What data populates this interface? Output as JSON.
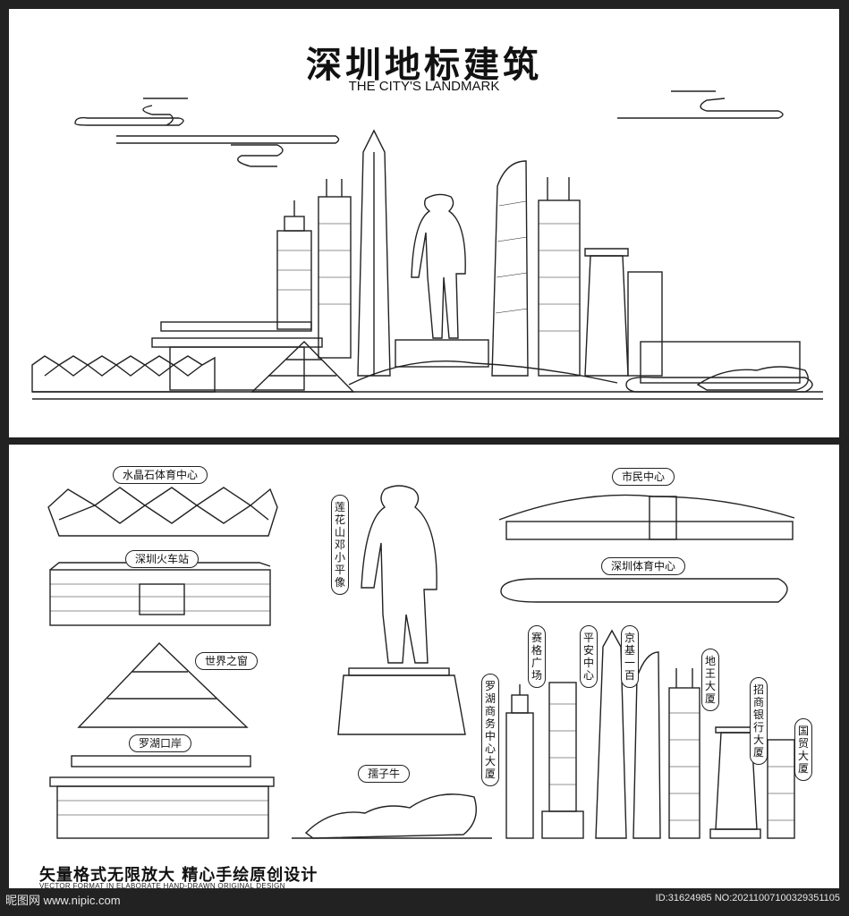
{
  "top": {
    "title": "深圳地标建筑",
    "subtitle": "THE CITY'S LANDMARK"
  },
  "labels": {
    "shuijing": "水晶石体育中心",
    "huoche": "深圳火车站",
    "shijie": "世界之窗",
    "luohu": "罗湖口岸",
    "deng": "莲花山邓小平像",
    "niu": "孺子牛",
    "shimin": "市民中心",
    "tiyu": "深圳体育中心",
    "luohu_tower": "罗湖商务中心大厦",
    "saige": "赛格广场",
    "pingan": "平安中心",
    "jingji": "京基一百",
    "diwang": "地王大厦",
    "zhaoshang": "招商银行大厦",
    "guomao": "国贸大厦"
  },
  "slogan": {
    "cn": "矢量格式无限放大  精心手绘原创设计",
    "en": "VECTOR FORMAT IN ELABORATE HAND-DRAWN ORIGINAL DESIGN"
  },
  "watermark": {
    "left": "昵图网 www.nipic.com",
    "right": "ID:31624985 NO:20211007100329351105"
  },
  "colors": {
    "background": "#222222",
    "line": "#222222",
    "panel": "#ffffff"
  }
}
